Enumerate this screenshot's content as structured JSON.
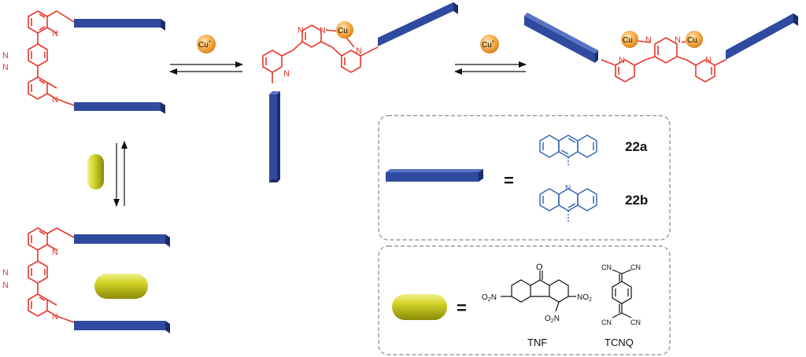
{
  "colors": {
    "ligand": "#e8372c",
    "rod_front": "#2f4a9e",
    "rod_top": "#5a73c4",
    "rod_end": "#1c2c66",
    "capsule": "#c8c81a",
    "copper": "#f2a23a",
    "arene": "#2d5fb0",
    "box": "#9a9a9a"
  },
  "atoms": {
    "nitrogen": "N",
    "copper": "Cu"
  },
  "cu_ion": {
    "base": "Cu",
    "charge": "+"
  },
  "legend_rod": {
    "equals": "=",
    "compounds": [
      {
        "label": "22a",
        "structure": "anthracene"
      },
      {
        "label": "22b",
        "structure": "acridine"
      }
    ]
  },
  "legend_capsule": {
    "equals": "=",
    "guests": [
      {
        "name": "TNF",
        "substituent": "O2N",
        "substituent_text": "O",
        "sub_2": "2",
        "sub_n": "N",
        "sub_o": "O"
      },
      {
        "name": "TCNQ",
        "substituent": "CN"
      }
    ]
  },
  "icons": [
    "equilibrium-arrow-icon",
    "cu-ion-icon",
    "rod-icon",
    "capsule-icon"
  ]
}
